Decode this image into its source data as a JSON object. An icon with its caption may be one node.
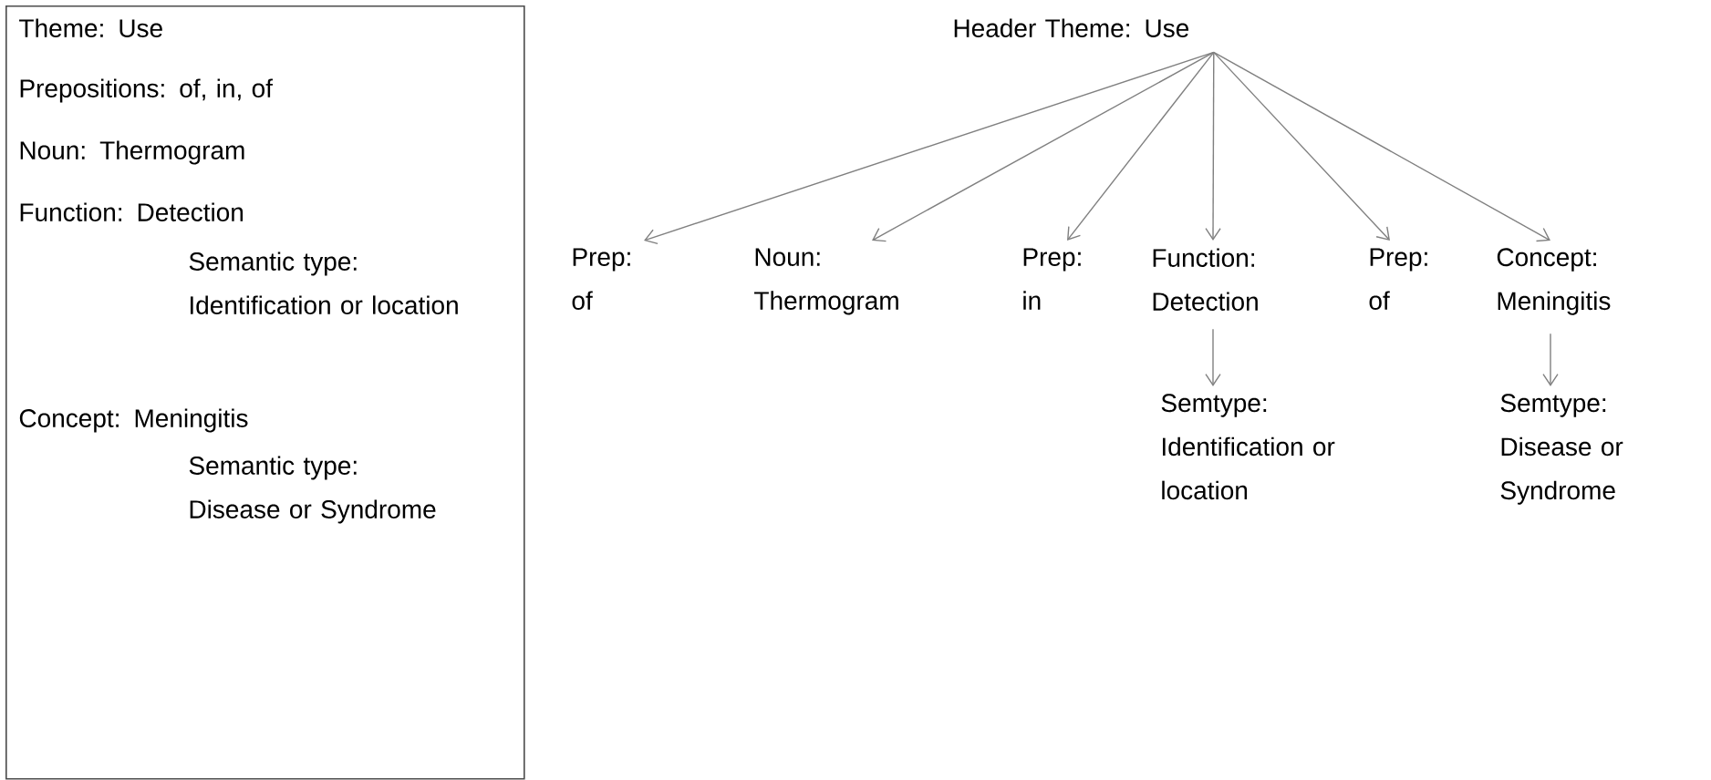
{
  "diagram": {
    "nodes": [
      {
        "text": [
          "Theme: Use",
          "Prepositions: of, in, of",
          "Noun: Thermogram",
          "Function: Detection",
          "Semantic type: Identification or location",
          "Concept: Meningitis",
          "Semantic type: Disease or Syndrome"
        ]
      },
      {
        "text": [
          "Header Theme: Use"
        ]
      },
      {
        "text": [
          "Prep: of"
        ]
      },
      {
        "text": [
          "Noun: Thermogram"
        ]
      },
      {
        "text": [
          "Prep: in"
        ]
      },
      {
        "text": [
          "Function: Detection"
        ]
      },
      {
        "text": [
          "Prep: of"
        ]
      },
      {
        "text": [
          "Concept: Meningitis"
        ]
      },
      {
        "text": [
          "Semtype: Identification or location"
        ]
      },
      {
        "text": [
          "Semtype: Disease or Syndrome"
        ]
      }
    ],
    "edges": [
      {
        "from": 1,
        "to": 2,
        "arrow": "to"
      },
      {
        "from": 1,
        "to": 3,
        "arrow": "to"
      },
      {
        "from": 1,
        "to": 4,
        "arrow": "to"
      },
      {
        "from": 1,
        "to": 5,
        "arrow": "to"
      },
      {
        "from": 1,
        "to": 6,
        "arrow": "to"
      },
      {
        "from": 1,
        "to": 7,
        "arrow": "to"
      },
      {
        "from": 5,
        "to": 8,
        "arrow": "to"
      },
      {
        "from": 7,
        "to": 9,
        "arrow": "to"
      }
    ]
  }
}
